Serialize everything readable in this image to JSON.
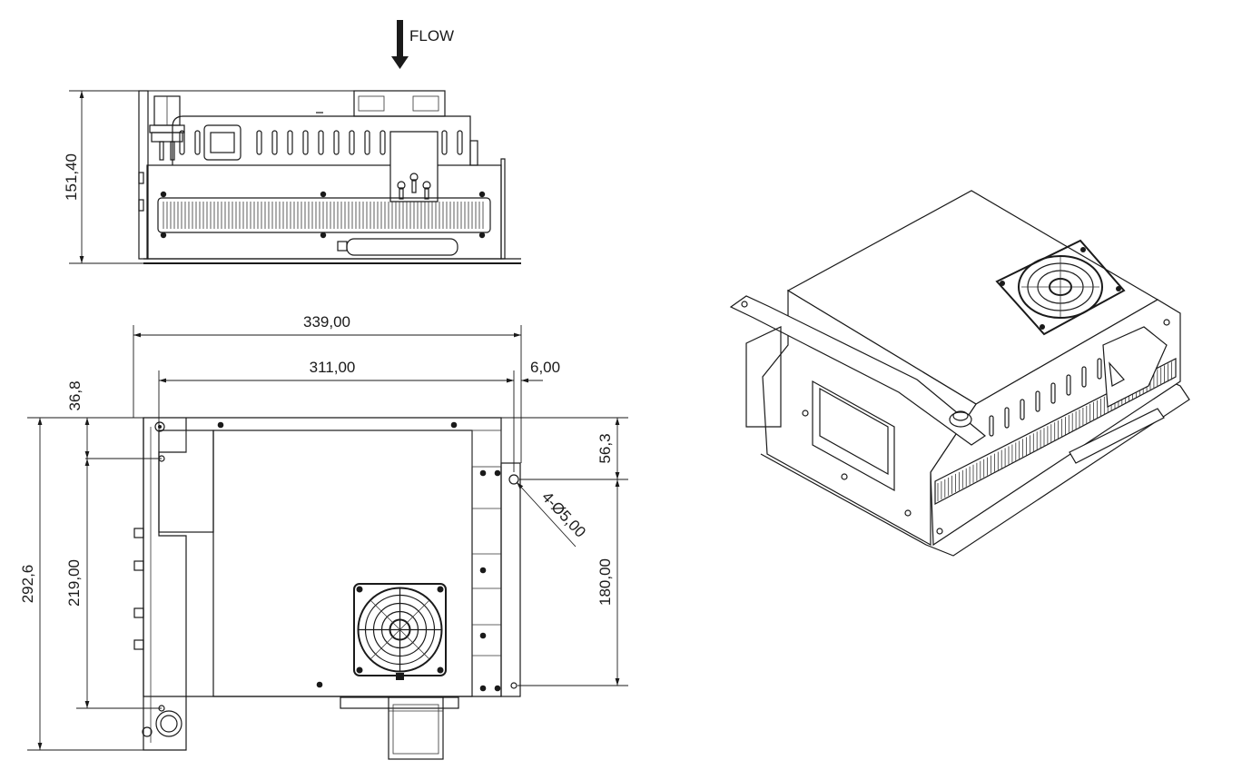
{
  "flow_label": "FLOW",
  "dimensions": {
    "side_height": "151,40",
    "overall_width": "339,00",
    "inner_width": "311,00",
    "edge_offset": "6,00",
    "top_offset_left": "36,8",
    "overall_depth": "292,6",
    "hole_spacing_left": "219,00",
    "top_offset_right": "56,3",
    "hole_spacing_right": "180,00",
    "hole_callout": "4-Ø5,00"
  }
}
